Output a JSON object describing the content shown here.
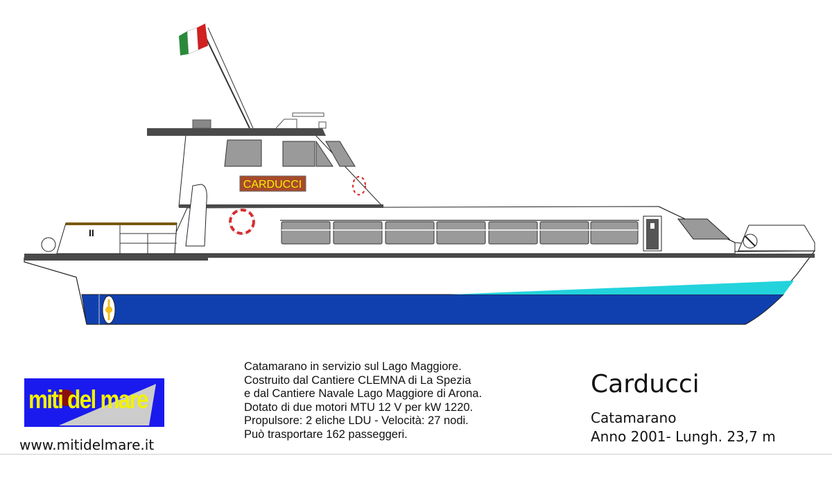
{
  "vessel": {
    "name_plate": "CARDUCCI",
    "title": "Carducci",
    "type": "Catamarano",
    "year_length": "Anno 2001- Lungh. 23,7 m"
  },
  "description": [
    "Catamarano in servizio sul Lago Maggiore.",
    "Costruito dal Cantiere CLEMNA di La Spezia",
    "e dal Cantiere Navale Lago Maggiore di Arona.",
    "Dotato di due motori MTU 12 V per kW 1220.",
    "Propulsore: 2 eliche LDU - Velocità: 27 nodi.",
    "Può trasportare 162 passeggeri."
  ],
  "logo": {
    "text": "miti del mare",
    "url": "www.mitidelmare.it"
  },
  "colors": {
    "hull_blue": "#1040b0",
    "waterline_cyan": "#22d3dc",
    "deck_dark": "#4a4a4a",
    "window_gray": "#9a9a9a",
    "plate_bg": "#a84a2a",
    "plate_text": "#f2f200"
  }
}
